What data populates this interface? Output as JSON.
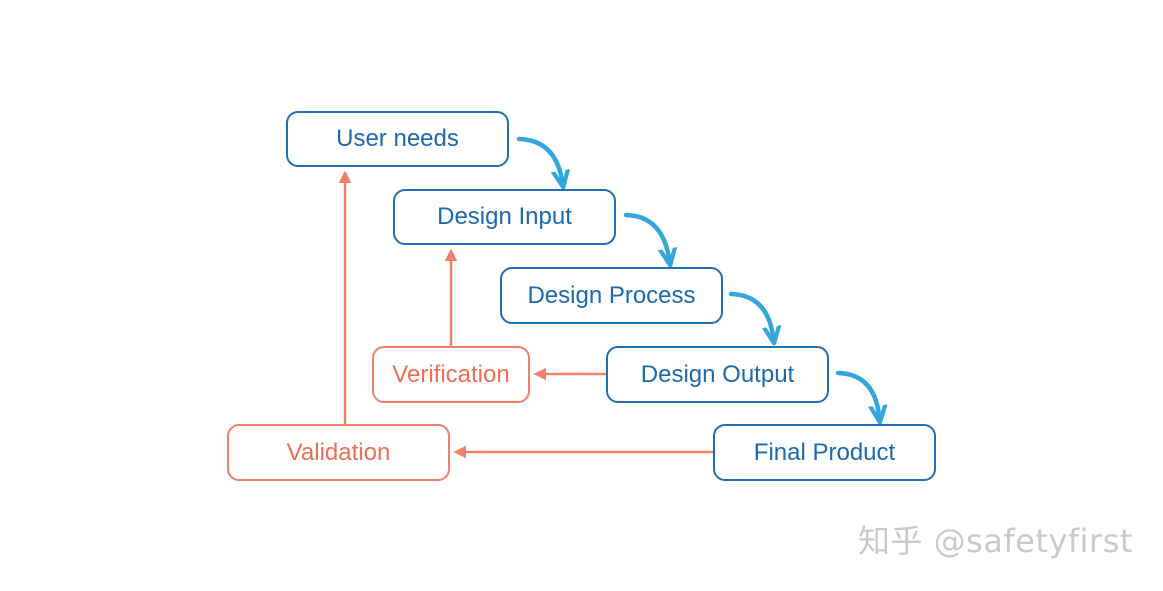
{
  "nodes": {
    "user_needs": "User needs",
    "design_input": "Design Input",
    "design_process": "Design Process",
    "design_output": "Design Output",
    "final_product": "Final Product",
    "verification": "Verification",
    "validation": "Validation"
  },
  "watermark": "知乎 @safetyfirst",
  "colors": {
    "process_blue": "#1f6fb2",
    "flow_arrow_blue": "#33a6dd",
    "feedback_orange": "#f0806a",
    "watermark_gray": "#c9c9c9"
  },
  "edges": [
    {
      "from": "user_needs",
      "to": "design_input",
      "kind": "flow"
    },
    {
      "from": "design_input",
      "to": "design_process",
      "kind": "flow"
    },
    {
      "from": "design_process",
      "to": "design_output",
      "kind": "flow"
    },
    {
      "from": "design_output",
      "to": "final_product",
      "kind": "flow"
    },
    {
      "from": "design_output",
      "to": "verification",
      "kind": "feedback"
    },
    {
      "from": "verification",
      "to": "design_input",
      "kind": "feedback"
    },
    {
      "from": "final_product",
      "to": "validation",
      "kind": "feedback"
    },
    {
      "from": "validation",
      "to": "user_needs",
      "kind": "feedback"
    }
  ]
}
